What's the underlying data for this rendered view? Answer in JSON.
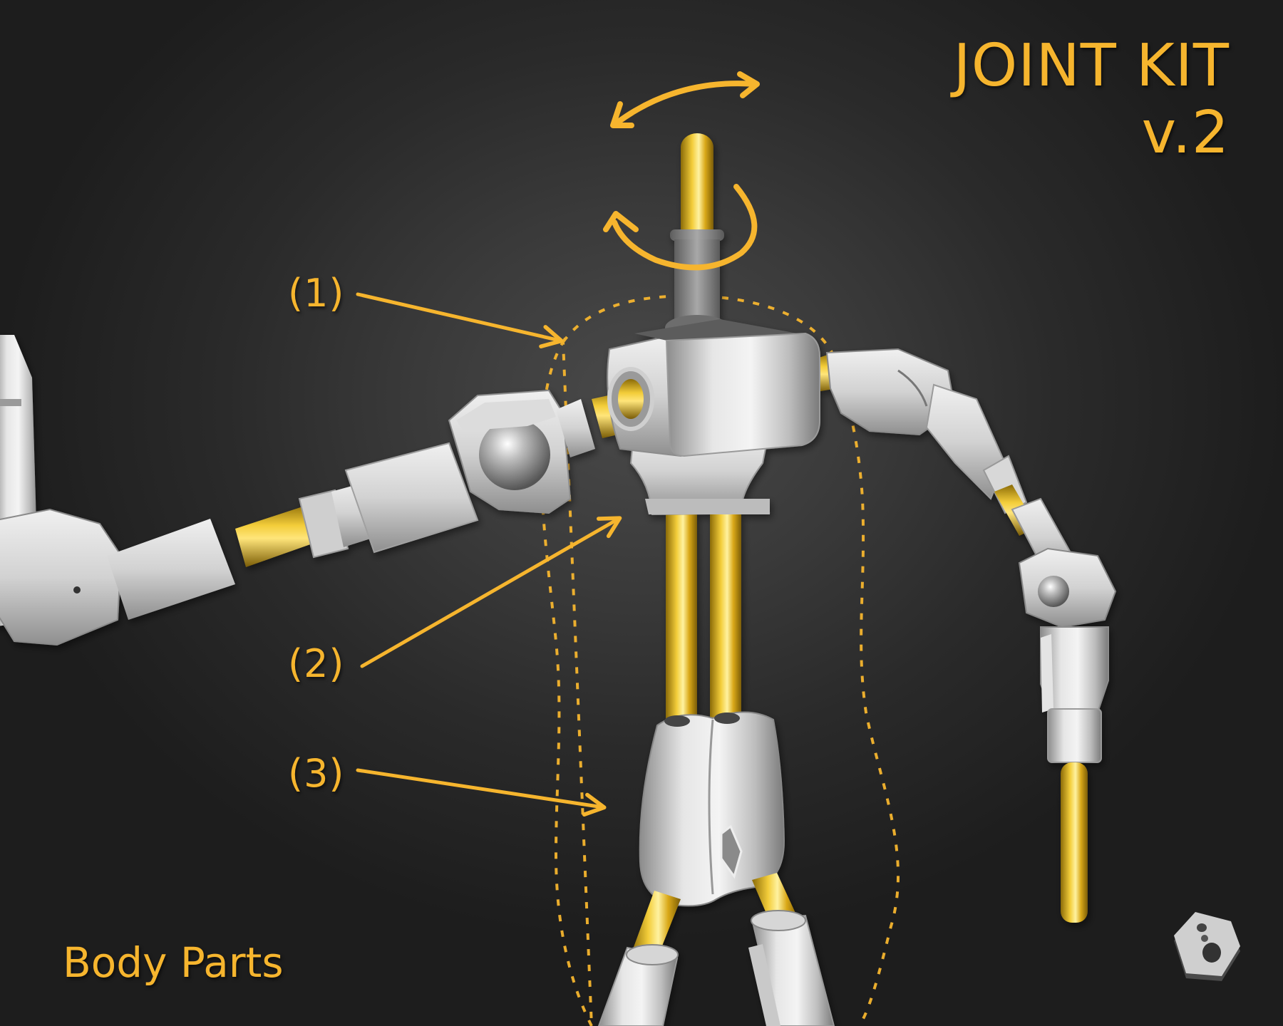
{
  "header": {
    "title": "JOINT KIT",
    "version": "v.2"
  },
  "callouts": [
    {
      "id": 1,
      "label": "(1)"
    },
    {
      "id": 2,
      "label": "(2)"
    },
    {
      "id": 3,
      "label": "(3)"
    }
  ],
  "footer": {
    "caption": "Body Parts",
    "logo_icon": "hex-nut-logo-icon"
  },
  "annotations": {
    "swing_arrow_icon": "double-headed-curved-arrow-icon",
    "rotate_arrow_icon": "circular-rotation-arrow-icon",
    "outline": "dotted-selection-outline"
  },
  "colors": {
    "accent": "#f6b52e",
    "rod": "#e2b320",
    "part": "#d8d8d8",
    "background": "#2b2b2b"
  }
}
